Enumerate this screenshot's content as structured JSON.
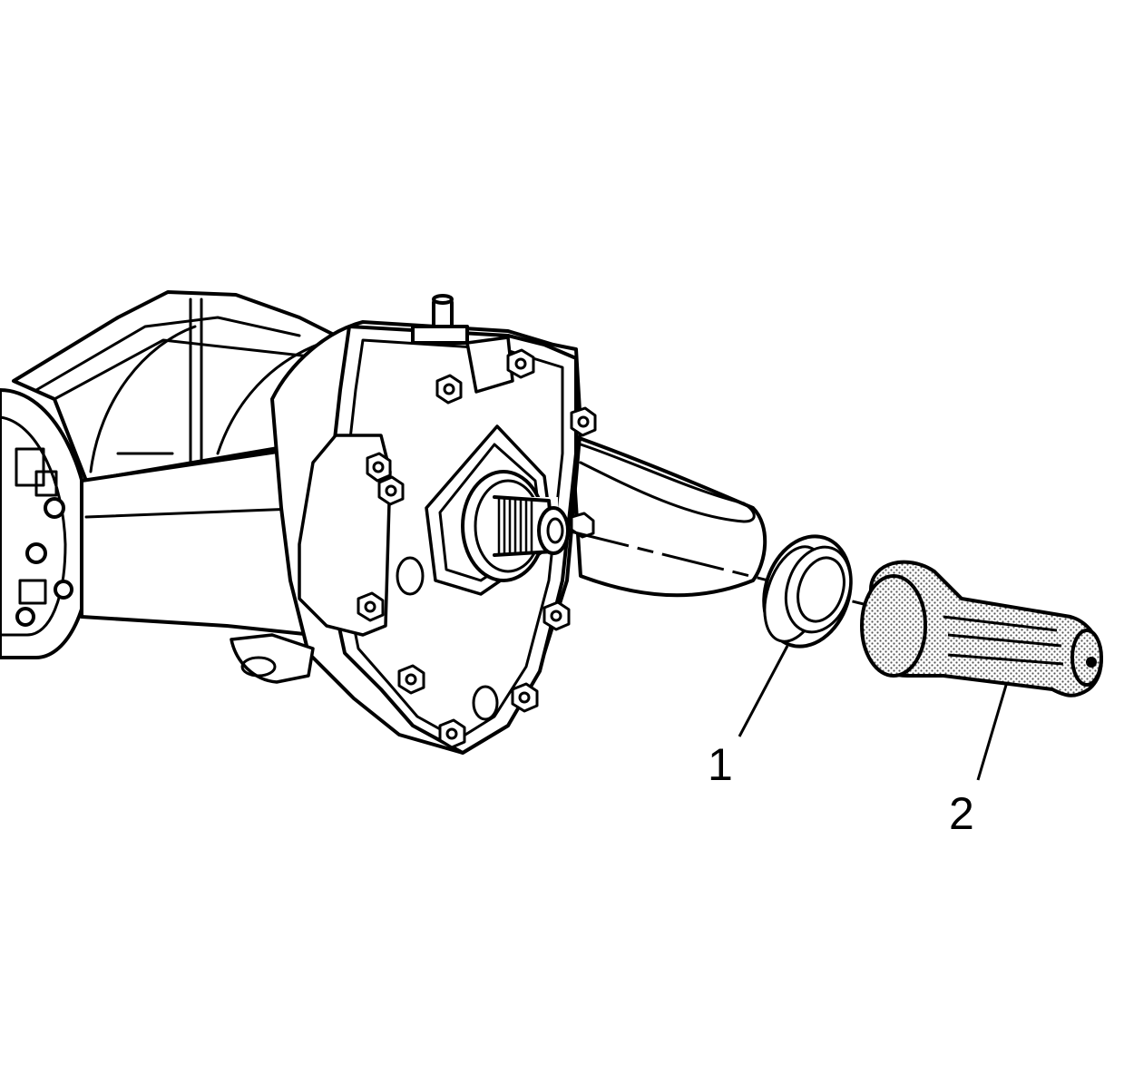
{
  "colors": {
    "line": "#000000",
    "background": "#ffffff",
    "tool_shading": "#b8b8b8"
  },
  "callouts": [
    {
      "label": "1",
      "refers_to": "axle-shaft-seal"
    },
    {
      "label": "2",
      "refers_to": "seal-installer-tool"
    }
  ],
  "icons": {
    "housing": "differential-housing-drawing",
    "seal": "axle-seal-drawing",
    "tool": "seal-installer-drawing"
  }
}
